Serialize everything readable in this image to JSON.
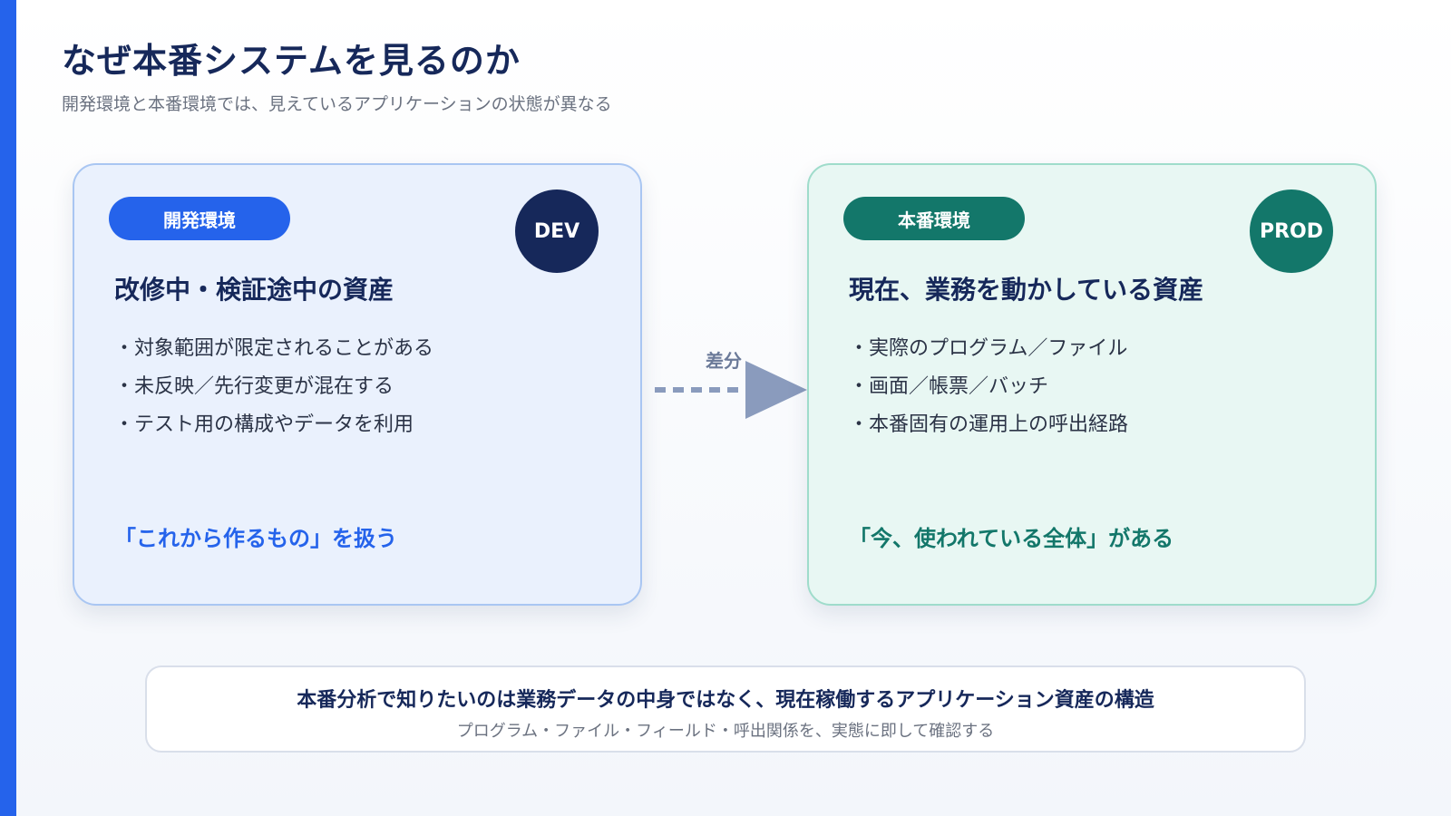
{
  "title": "なぜ本番システムを見るのか",
  "subtitle": "開発環境と本番環境では、見えているアプリケーションの状態が異なる",
  "colors": {
    "accent": "#2563eb",
    "navy": "#16285a",
    "teal": "#13776a",
    "arrow": "#8a9bbd"
  },
  "dev": {
    "pill": "開発環境",
    "badge": "DEV",
    "heading": "改修中・検証途中の資産",
    "bullets": [
      "・対象範囲が限定されることがある",
      "・未反映／先行変更が混在する",
      "・テスト用の構成やデータを利用"
    ],
    "tagline": "「これから作るもの」を扱う"
  },
  "arrow": {
    "label": "差分"
  },
  "prod": {
    "pill": "本番環境",
    "badge": "PROD",
    "heading": "現在、業務を動かしている資産",
    "bullets": [
      "・実際のプログラム／ファイル",
      "・画面／帳票／バッチ",
      "・本番固有の運用上の呼出経路"
    ],
    "tagline": "「今、使われている全体」がある"
  },
  "footer": {
    "main": "本番分析で知りたいのは業務データの中身ではなく、現在稼働するアプリケーション資産の構造",
    "sub": "プログラム・ファイル・フィールド・呼出関係を、実態に即して確認する"
  }
}
